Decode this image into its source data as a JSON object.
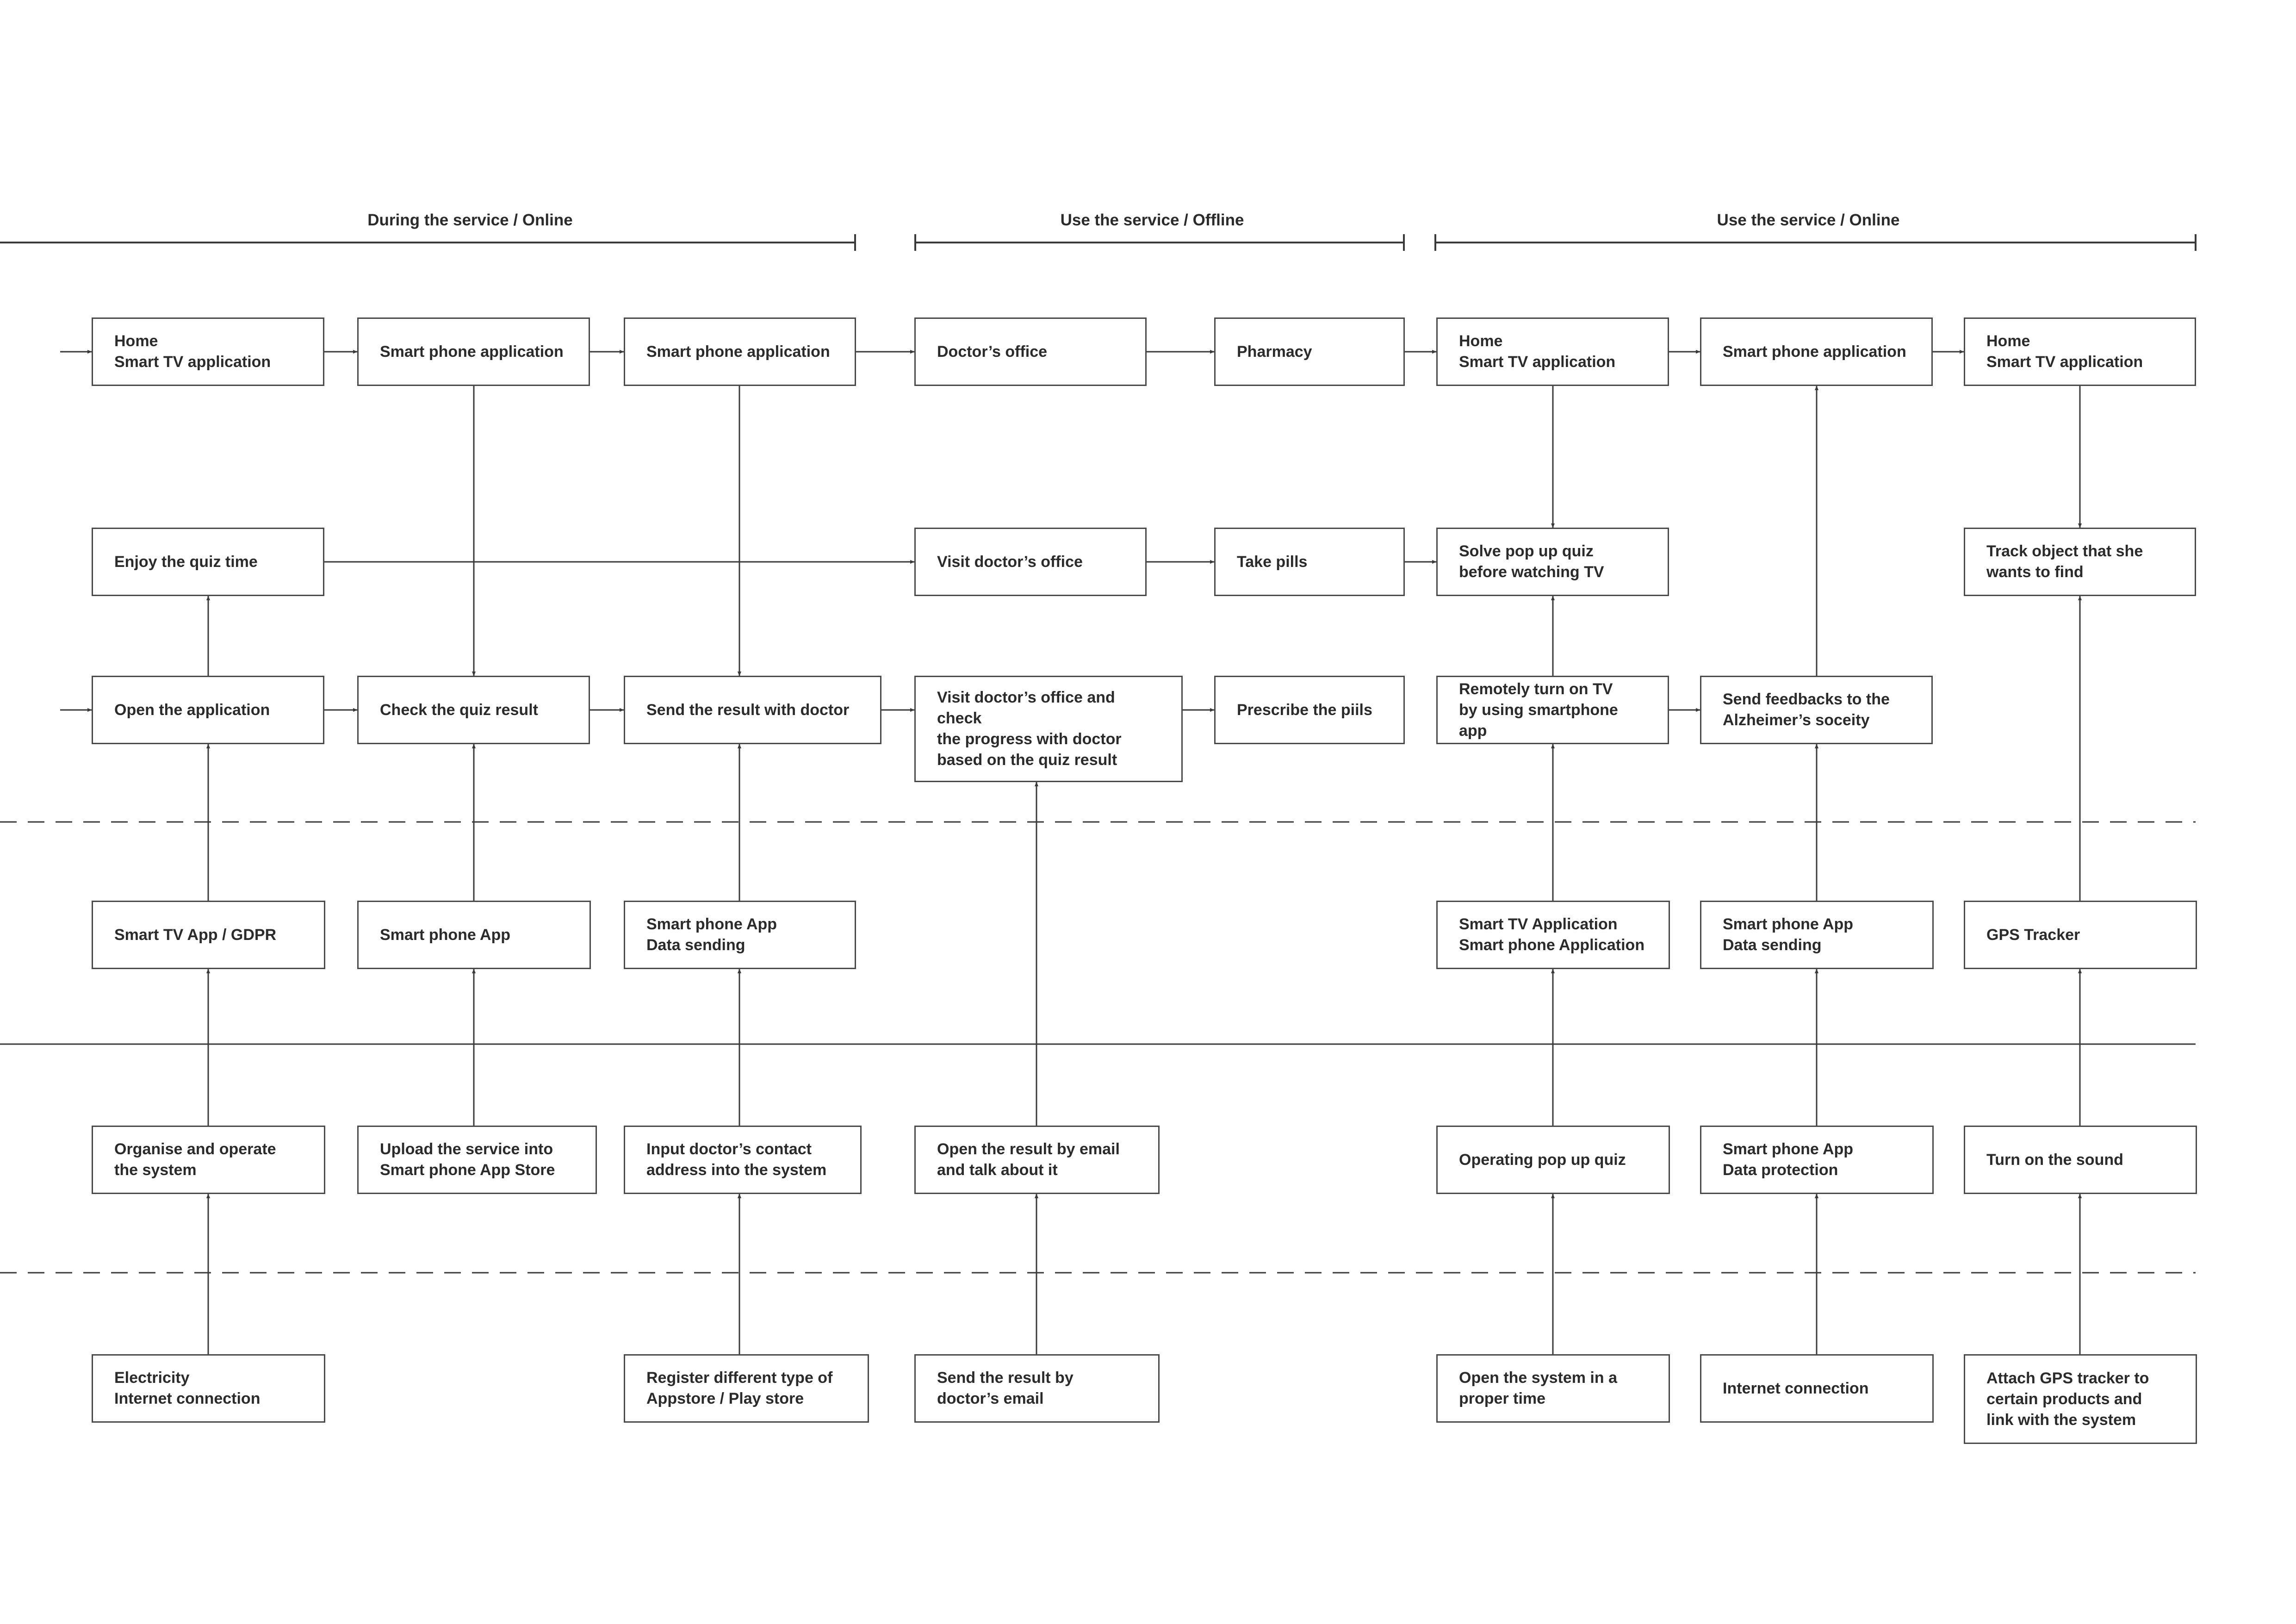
{
  "phases": [
    {
      "id": "p1",
      "label": "During the service / Online"
    },
    {
      "id": "p2",
      "label": "Use the service / Offline"
    },
    {
      "id": "p3",
      "label": "Use the service / Online"
    }
  ],
  "nodes": {
    "touch_1": "Home\nSmart TV application",
    "touch_2": "Smart phone application",
    "touch_3": "Smart phone application",
    "touch_4": "Doctor’s office",
    "touch_5": "Pharmacy",
    "touch_6": "Home\nSmart TV application",
    "touch_7": "Smart phone application",
    "touch_8": "Home\nSmart TV application",
    "action_1": "Enjoy the quiz time",
    "action_4": "Visit doctor’s office",
    "action_5": "Take pills",
    "action_6": "Solve pop up quiz\nbefore watching TV",
    "action_8": "Track object that she\nwants to find",
    "front_1": "Open the application",
    "front_2": "Check the quiz result",
    "front_3": "Send the result with doctor",
    "front_4": "Visit doctor’s office and check\nthe progress with doctor\nbased on the quiz result",
    "front_5": "Prescribe the piils",
    "front_6": "Remotely turn on TV\nby using smartphone app",
    "front_7": "Send feedbacks to the\nAlzheimer’s soceity",
    "back_1": "Smart TV App / GDPR",
    "back_2": "Smart phone App",
    "back_3": "Smart phone App\nData sending",
    "back_6": "Smart TV Application\nSmart phone Application",
    "back_7": "Smart phone App\nData sending",
    "back_8": "GPS Tracker",
    "support_1": "Organise and operate\nthe system",
    "support_2": "Upload the service into\nSmart phone App Store",
    "support_3": "Input doctor’s contact\naddress into the system",
    "support_4": "Open the result by email\nand talk about it",
    "support_6": "Operating pop up quiz",
    "support_7": "Smart phone App\nData protection",
    "support_8": "Turn on the sound",
    "infra_1": "Electricity\nInternet connection",
    "infra_3": "Register different type of\nAppstore / Play store",
    "infra_4": "Send the result by\ndoctor’s email",
    "infra_6": "Open the system in a\nproper time",
    "infra_7": "Internet connection",
    "infra_8": "Attach GPS tracker to\ncertain products and\nlink with the system"
  },
  "colors": {
    "line": "#3a3a3a",
    "box_border": "#4a4a4a",
    "text": "#2b2b2b",
    "background": "#ffffff"
  }
}
